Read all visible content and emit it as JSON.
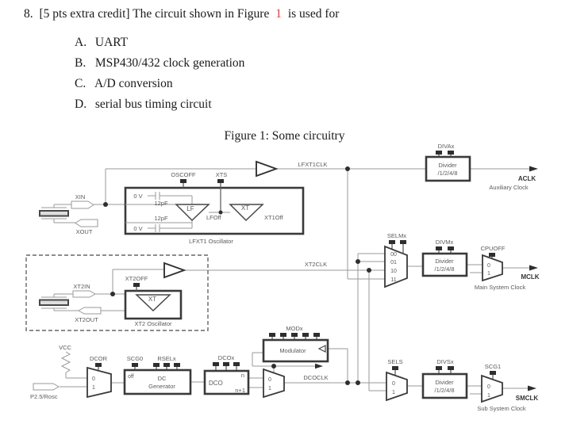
{
  "question": {
    "number": "8.",
    "before_ref": "[5 pts extra credit] The circuit shown in Figure",
    "figure_ref": "1",
    "after_ref": "is used for",
    "options": [
      {
        "label": "A.",
        "text": "UART"
      },
      {
        "label": "B.",
        "text": "MSP430/432 clock generation"
      },
      {
        "label": "C.",
        "text": "A/D conversion"
      },
      {
        "label": "D.",
        "text": "serial bus timing circuit"
      }
    ]
  },
  "figure": {
    "caption": "Figure 1: Some circuitry",
    "clocks": {
      "lfxt1clk": "LFXT1CLK",
      "xt2clk": "XT2CLK",
      "dcoclk": "DCOCLK",
      "aclk": "ACLK",
      "aclk_desc": "Auxiliary Clock",
      "mclk": "MCLK",
      "mclk_desc": "Main System Clock",
      "smclk": "SMCLK",
      "smclk_desc": "Sub System Clock"
    },
    "controls": {
      "divax": "DIVAx",
      "selmx": "SELMx",
      "divmx": "DIVMx",
      "cpuoff": "CPUOFF",
      "sels": "SELS",
      "divsx": "DIVSx",
      "scg1": "SCG1",
      "scg0": "SCG0",
      "rselx": "RSELx",
      "dcor": "DCOR",
      "dcox": "DCOx",
      "modx": "MODx",
      "oscoff": "OSCOFF",
      "xts": "XTS",
      "xt2off": "XT2OFF"
    },
    "blocks": {
      "divider_line1": "Divider",
      "divider_line2": "/1/2/4/8",
      "lfxt1_osc": "LFXT1 Oscillator",
      "xt2_osc": "XT2 Oscillator",
      "modulator": "Modulator",
      "dc_line1": "DC",
      "dc_line2": "Generator",
      "dc_off": "off",
      "dco": "DCO",
      "dco_n": "n",
      "dco_n1": "n+1"
    },
    "mux_bits": {
      "b00": "00",
      "b01": "01",
      "b10": "10",
      "b11": "11",
      "b0": "0",
      "b1": "1"
    },
    "pins": {
      "xin": "XIN",
      "xout": "XOUT",
      "xt2in": "XT2IN",
      "xt2out": "XT2OUT",
      "p25": "P2.5/Rosc",
      "vcc": "VCC"
    },
    "osc_internal": {
      "zerov": "0 V",
      "cap": "12pF",
      "lf": "LF",
      "xt": "XT",
      "lfoff": "LFOff",
      "xt1off": "XT1Off"
    }
  }
}
